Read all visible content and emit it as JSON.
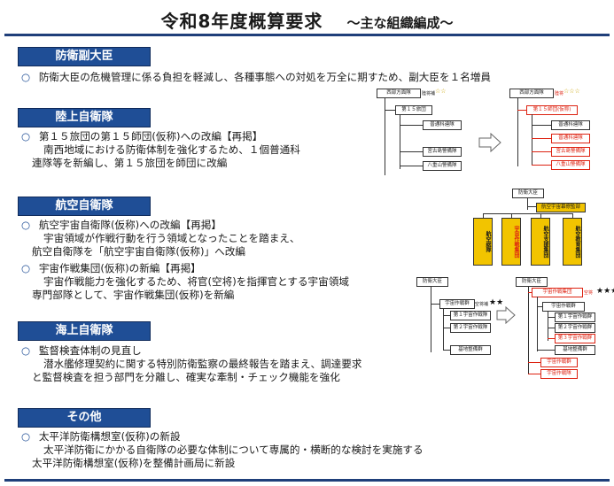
{
  "title": {
    "main": "令和8年度概算要求",
    "sub": "〜主な組織編成〜"
  },
  "sections": {
    "vice_minister": {
      "header": "防衛副大臣",
      "bullet": "○",
      "lines": [
        "防衛大臣の危機管理に係る負担を軽減し、各種事態への対処を万全に期すため、副大臣を１名増員"
      ]
    },
    "gsdf": {
      "header": "陸上自衛隊",
      "bullet": "○",
      "lines": [
        "第１５旅団の第１５師団(仮称)への改編【再掲】",
        "南西地域における防衛体制を強化するため、１個普通科",
        "連隊等を新編し、第１５旅団を師団に改編"
      ]
    },
    "asdf": {
      "header": "航空自衛隊",
      "items": [
        {
          "bullet": "○",
          "lines": [
            "航空宇宙自衛隊(仮称)への改編【再掲】",
            "宇宙領域が作戦行動を行う領域となったことを踏まえ、",
            "航空自衛隊を「航空宇宙自衛隊(仮称)」へ改編"
          ]
        },
        {
          "bullet": "○",
          "lines": [
            "宇宙作戦集団(仮称)の新編【再掲】",
            "宇宙作戦能力を強化するため、将官(空将)を指揮官とする宇宙領域",
            "専門部隊として、宇宙作戦集団(仮称)を新編"
          ]
        }
      ]
    },
    "msdf": {
      "header": "海上自衛隊",
      "bullet": "○",
      "lines": [
        "監督検査体制の見直し",
        "潜水艦修理契約に関する特別防衛監察の最終報告を踏まえ、調達要求",
        "と監督検査を担う部門を分離し、確実な牽制・チェック機能を強化"
      ]
    },
    "other": {
      "header": "その他",
      "bullet": "○",
      "lines": [
        "太平洋防衛構想室(仮称)の新設",
        "太平洋防衛にかかる自衛隊の必要な体制について専属的・横断的な検討を実施する",
        "太平洋防衛構想室(仮称)を整備計画局に新設"
      ]
    }
  },
  "diagrams": {
    "gsdf_before": {
      "hq": "西部方面隊",
      "rank": "陸将補",
      "stars": "☆☆",
      "unit": "第１５旅団",
      "children": [
        "普通科連隊",
        "宮古島警備隊",
        "八重山警備隊"
      ]
    },
    "gsdf_after": {
      "hq": "西部方面隊",
      "rank": "陸将",
      "stars": "☆☆☆",
      "unit": "第１５師団(仮称)",
      "children": [
        "普通科連隊",
        "普通科連隊",
        "宮古島警備隊",
        "八重山警備隊"
      ]
    },
    "asdf_top": {
      "root": "防衛大臣",
      "staff": "航空宇宙幕僚監部",
      "children": [
        "航空総隊",
        "宇宙作戦集団",
        "航空支援集団",
        "航空教育集団"
      ]
    },
    "asdf_before": {
      "root": "防衛大臣",
      "hq": "宇宙作戦群",
      "rank": "空将補",
      "stars": "★★",
      "children": [
        "第１宇宙作戦隊",
        "第２宇宙作戦隊",
        "基地整備群"
      ]
    },
    "asdf_after": {
      "root": "防衛大臣",
      "hq": "宇宙作戦集団",
      "rank": "空将",
      "stars": "★★★",
      "children": [
        "第１宇宙作戦群",
        "第２宇宙作戦群",
        "第３宇宙作戦群",
        "基地整備群",
        "宇宙作戦群",
        "宇宙作戦隊"
      ]
    }
  },
  "colors": {
    "header_bg": "#1f4e96",
    "rule": "#1f3f7a",
    "red": "#dd2211",
    "yellow": "#f2c400"
  }
}
